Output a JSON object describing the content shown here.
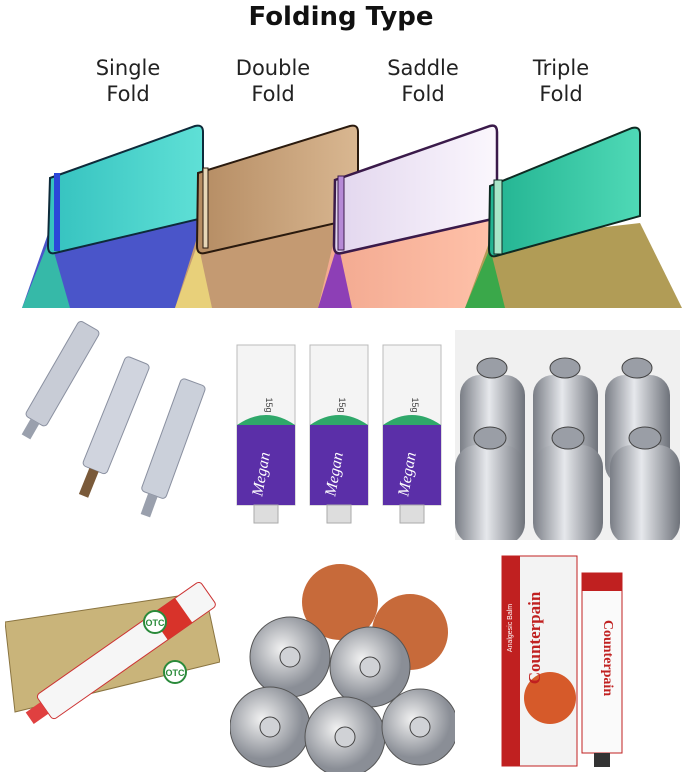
{
  "title": "Folding Type",
  "fold_types": [
    {
      "line1": "Single",
      "line2": "Fold"
    },
    {
      "line1": "Double",
      "line2": "Fold"
    },
    {
      "line1": "Saddle",
      "line2": "Fold"
    },
    {
      "line1": "Triple",
      "line2": "Fold"
    }
  ],
  "photos": {
    "cream_brand": "Megan",
    "cream_weight": "15g",
    "balm_brand": "Counterpain",
    "balm_label": "Analgesic Balm",
    "otc_badge": "OTC"
  },
  "colors": {
    "single_fold": "#3fd0c8",
    "double_fold": "#c9a37c",
    "saddle_fold": "#ece4f2",
    "triple_fold": "#2fc39a",
    "megan_purple": "#5b2fa8"
  }
}
